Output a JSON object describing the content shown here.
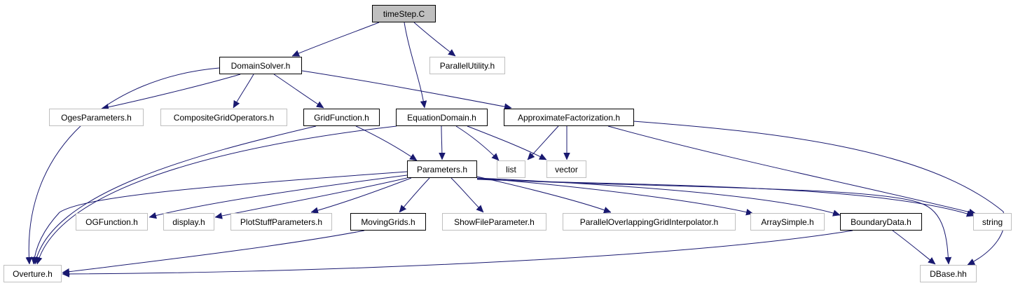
{
  "colors": {
    "edge": "#191970",
    "root_fill": "#bfbfbf",
    "documented_border": "#000000",
    "undocumented_border": "#bfbfbf"
  },
  "nodes": [
    {
      "id": "timeStep",
      "label": "timeStep.C",
      "kind": "root"
    },
    {
      "id": "DomainSolver",
      "label": "DomainSolver.h",
      "kind": "documented"
    },
    {
      "id": "ParallelUtility",
      "label": "ParallelUtility.h",
      "kind": "undocumented"
    },
    {
      "id": "OgesParameters",
      "label": "OgesParameters.h",
      "kind": "undocumented"
    },
    {
      "id": "CompositeGridOperators",
      "label": "CompositeGridOperators.h",
      "kind": "undocumented"
    },
    {
      "id": "GridFunction",
      "label": "GridFunction.h",
      "kind": "documented"
    },
    {
      "id": "EquationDomain",
      "label": "EquationDomain.h",
      "kind": "documented"
    },
    {
      "id": "ApproximateFactorization",
      "label": "ApproximateFactorization.h",
      "kind": "documented"
    },
    {
      "id": "Parameters",
      "label": "Parameters.h",
      "kind": "documented"
    },
    {
      "id": "list",
      "label": "list",
      "kind": "undocumented"
    },
    {
      "id": "vector",
      "label": "vector",
      "kind": "undocumented"
    },
    {
      "id": "OGFunction",
      "label": "OGFunction.h",
      "kind": "undocumented"
    },
    {
      "id": "display",
      "label": "display.h",
      "kind": "undocumented"
    },
    {
      "id": "PlotStuffParameters",
      "label": "PlotStuffParameters.h",
      "kind": "undocumented"
    },
    {
      "id": "MovingGrids",
      "label": "MovingGrids.h",
      "kind": "documented"
    },
    {
      "id": "ShowFileParameter",
      "label": "ShowFileParameter.h",
      "kind": "undocumented"
    },
    {
      "id": "ParallelOverlappingGridInterpolator",
      "label": "ParallelOverlappingGridInterpolator.h",
      "kind": "undocumented"
    },
    {
      "id": "ArraySimple",
      "label": "ArraySimple.h",
      "kind": "undocumented"
    },
    {
      "id": "BoundaryData",
      "label": "BoundaryData.h",
      "kind": "documented"
    },
    {
      "id": "string",
      "label": "string",
      "kind": "undocumented"
    },
    {
      "id": "Overture",
      "label": "Overture.h",
      "kind": "undocumented"
    },
    {
      "id": "DBase",
      "label": "DBase.hh",
      "kind": "undocumented"
    }
  ],
  "edges": [
    {
      "from": "timeStep",
      "to": "DomainSolver"
    },
    {
      "from": "timeStep",
      "to": "ParallelUtility"
    },
    {
      "from": "timeStep",
      "to": "EquationDomain"
    },
    {
      "from": "DomainSolver",
      "to": "Overture"
    },
    {
      "from": "DomainSolver",
      "to": "OgesParameters"
    },
    {
      "from": "DomainSolver",
      "to": "CompositeGridOperators"
    },
    {
      "from": "DomainSolver",
      "to": "GridFunction"
    },
    {
      "from": "DomainSolver",
      "to": "ApproximateFactorization"
    },
    {
      "from": "GridFunction",
      "to": "Overture"
    },
    {
      "from": "GridFunction",
      "to": "Parameters"
    },
    {
      "from": "EquationDomain",
      "to": "Overture"
    },
    {
      "from": "EquationDomain",
      "to": "Parameters"
    },
    {
      "from": "EquationDomain",
      "to": "list"
    },
    {
      "from": "EquationDomain",
      "to": "vector"
    },
    {
      "from": "ApproximateFactorization",
      "to": "list"
    },
    {
      "from": "ApproximateFactorization",
      "to": "vector"
    },
    {
      "from": "ApproximateFactorization",
      "to": "string"
    },
    {
      "from": "ApproximateFactorization",
      "to": "DBase"
    },
    {
      "from": "Parameters",
      "to": "Overture"
    },
    {
      "from": "Parameters",
      "to": "OGFunction"
    },
    {
      "from": "Parameters",
      "to": "display"
    },
    {
      "from": "Parameters",
      "to": "PlotStuffParameters"
    },
    {
      "from": "Parameters",
      "to": "MovingGrids"
    },
    {
      "from": "Parameters",
      "to": "ShowFileParameter"
    },
    {
      "from": "Parameters",
      "to": "ParallelOverlappingGridInterpolator"
    },
    {
      "from": "Parameters",
      "to": "ArraySimple"
    },
    {
      "from": "Parameters",
      "to": "BoundaryData"
    },
    {
      "from": "Parameters",
      "to": "string"
    },
    {
      "from": "Parameters",
      "to": "DBase"
    },
    {
      "from": "MovingGrids",
      "to": "Overture"
    },
    {
      "from": "BoundaryData",
      "to": "Overture"
    },
    {
      "from": "BoundaryData",
      "to": "DBase"
    }
  ]
}
